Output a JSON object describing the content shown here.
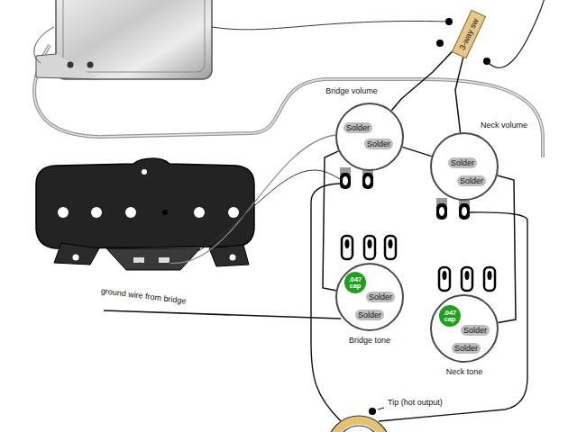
{
  "diagram": {
    "nodes": [
      {
        "text": [
          "3-way sw"
        ]
      },
      {
        "text": [
          "Bridge volume",
          "Solder",
          "Solder"
        ]
      },
      {
        "text": [
          "Neck volume",
          "Solder",
          "Solder"
        ]
      },
      {
        "text": [
          "Solder",
          "Solder",
          "Bridge tone"
        ]
      },
      {
        "text": [
          ".047 cap"
        ],
        "in": 3
      },
      {
        "text": [
          "Solder",
          "Solder",
          "Neck tone"
        ]
      },
      {
        "text": [
          ".047 cap"
        ],
        "in": 5
      }
    ],
    "edges": [
      {
        "from": 1,
        "to": 0,
        "arrow": "none"
      },
      {
        "from": 2,
        "to": 0,
        "arrow": "none"
      },
      {
        "from": 1,
        "to": 3,
        "arrow": "none"
      },
      {
        "from": 2,
        "to": 5,
        "arrow": "none"
      },
      {
        "from": 1,
        "to": 2,
        "arrow": "none"
      }
    ],
    "labels": [
      "ground wire from bridge",
      "Tip (hot output)"
    ]
  }
}
